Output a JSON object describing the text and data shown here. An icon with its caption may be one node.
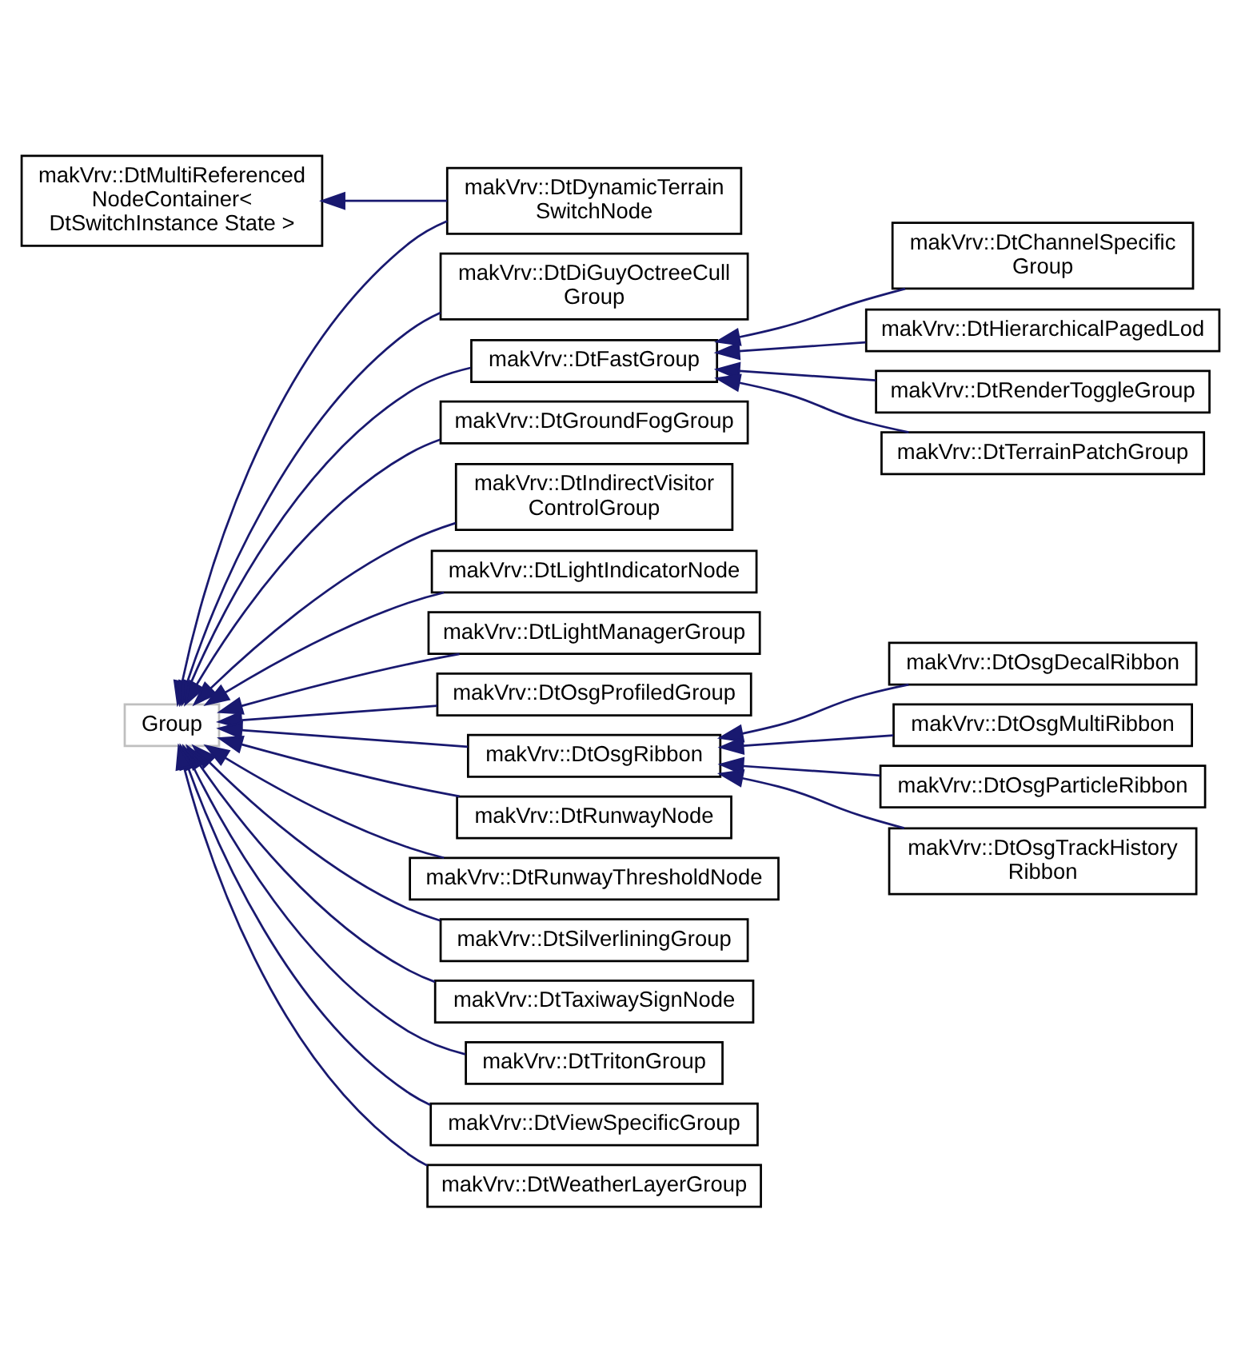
{
  "diagram": {
    "nodes": [
      {
        "text": [
          "makVrv::DtMultiReferenced NodeContainer< DtSwitchInstance State >"
        ]
      },
      {
        "text": [
          "Group"
        ]
      },
      {
        "text": [
          "makVrv::DtDynamicTerrain SwitchNode"
        ]
      },
      {
        "text": [
          "makVrv::DtDiGuyOctreeCull Group"
        ]
      },
      {
        "text": [
          "makVrv::DtFastGroup"
        ]
      },
      {
        "text": [
          "makVrv::DtGroundFogGroup"
        ]
      },
      {
        "text": [
          "makVrv::DtIndirectVisitor ControlGroup"
        ]
      },
      {
        "text": [
          "makVrv::DtLightIndicatorNode"
        ]
      },
      {
        "text": [
          "makVrv::DtLightManagerGroup"
        ]
      },
      {
        "text": [
          "makVrv::DtOsgProfiledGroup"
        ]
      },
      {
        "text": [
          "makVrv::DtOsgRibbon"
        ]
      },
      {
        "text": [
          "makVrv::DtRunwayNode"
        ]
      },
      {
        "text": [
          "makVrv::DtRunwayThresholdNode"
        ]
      },
      {
        "text": [
          "makVrv::DtSilverliningGroup"
        ]
      },
      {
        "text": [
          "makVrv::DtTaxiwaySignNode"
        ]
      },
      {
        "text": [
          "makVrv::DtTritonGroup"
        ]
      },
      {
        "text": [
          "makVrv::DtViewSpecificGroup"
        ]
      },
      {
        "text": [
          "makVrv::DtWeatherLayerGroup"
        ]
      },
      {
        "text": [
          "makVrv::DtChannelSpecific Group"
        ]
      },
      {
        "text": [
          "makVrv::DtHierarchicalPagedLod"
        ]
      },
      {
        "text": [
          "makVrv::DtRenderToggleGroup"
        ]
      },
      {
        "text": [
          "makVrv::DtTerrainPatchGroup"
        ]
      },
      {
        "text": [
          "makVrv::DtOsgDecalRibbon"
        ]
      },
      {
        "text": [
          "makVrv::DtOsgMultiRibbon"
        ]
      },
      {
        "text": [
          "makVrv::DtOsgParticleRibbon"
        ]
      },
      {
        "text": [
          "makVrv::DtOsgTrackHistory Ribbon"
        ]
      }
    ],
    "edges": [
      {
        "from": 2,
        "to": 0,
        "arrow": "to"
      },
      {
        "from": 2,
        "to": 1,
        "arrow": "to"
      },
      {
        "from": 3,
        "to": 1,
        "arrow": "to"
      },
      {
        "from": 4,
        "to": 1,
        "arrow": "to"
      },
      {
        "from": 5,
        "to": 1,
        "arrow": "to"
      },
      {
        "from": 6,
        "to": 1,
        "arrow": "to"
      },
      {
        "from": 7,
        "to": 1,
        "arrow": "to"
      },
      {
        "from": 8,
        "to": 1,
        "arrow": "to"
      },
      {
        "from": 9,
        "to": 1,
        "arrow": "to"
      },
      {
        "from": 10,
        "to": 1,
        "arrow": "to"
      },
      {
        "from": 11,
        "to": 1,
        "arrow": "to"
      },
      {
        "from": 12,
        "to": 1,
        "arrow": "to"
      },
      {
        "from": 13,
        "to": 1,
        "arrow": "to"
      },
      {
        "from": 14,
        "to": 1,
        "arrow": "to"
      },
      {
        "from": 15,
        "to": 1,
        "arrow": "to"
      },
      {
        "from": 16,
        "to": 1,
        "arrow": "to"
      },
      {
        "from": 17,
        "to": 1,
        "arrow": "to"
      },
      {
        "from": 18,
        "to": 4,
        "arrow": "to"
      },
      {
        "from": 19,
        "to": 4,
        "arrow": "to"
      },
      {
        "from": 20,
        "to": 4,
        "arrow": "to"
      },
      {
        "from": 21,
        "to": 4,
        "arrow": "to"
      },
      {
        "from": 22,
        "to": 10,
        "arrow": "to"
      },
      {
        "from": 23,
        "to": 10,
        "arrow": "to"
      },
      {
        "from": 24,
        "to": 10,
        "arrow": "to"
      },
      {
        "from": 25,
        "to": 10,
        "arrow": "to"
      }
    ]
  }
}
